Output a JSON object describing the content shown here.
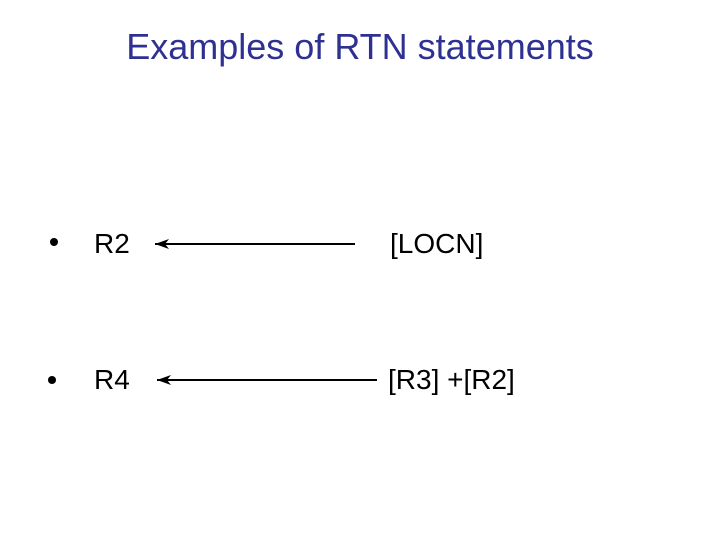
{
  "slide": {
    "title": "Examples of RTN statements",
    "title_color": "#2E3192",
    "body_text_color": "#000000",
    "background_color": "#FFFFFF",
    "bullet_glyph": "•",
    "statements": [
      {
        "lhs": "R2",
        "arrow": "left-arrow",
        "rhs": "[LOCN]"
      },
      {
        "lhs": "R4",
        "arrow": "left-arrow",
        "rhs": "[R3] +[R2]"
      }
    ]
  }
}
